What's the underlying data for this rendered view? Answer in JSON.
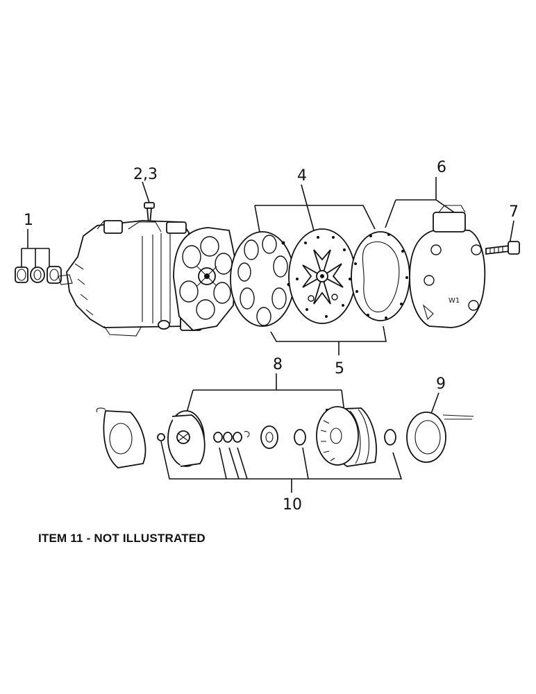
{
  "callouts": {
    "c1": "1",
    "c23": "2,3",
    "c4": "4",
    "c5": "5",
    "c6": "6",
    "c7": "7",
    "c8": "8",
    "c9": "9",
    "c10": "10"
  },
  "footnote": "ITEM 11 - NOT ILLUSTRATED"
}
